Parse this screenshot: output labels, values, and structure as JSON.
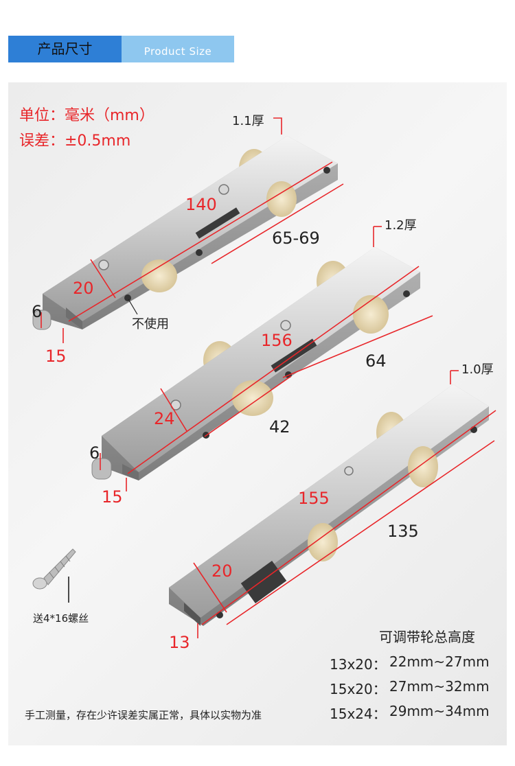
{
  "header": {
    "title_cn": "产品尺寸",
    "title_en": "Product Size"
  },
  "notes": {
    "unit": "单位：毫米（mm）",
    "tolerance": "误差：±0.5mm"
  },
  "pulley_1": {
    "thickness": "1.1厚",
    "length": "140",
    "hole_spacing": "65-69",
    "width": "20",
    "height": "15",
    "axle": "6",
    "note": "不使用"
  },
  "pulley_2": {
    "thickness": "1.2厚",
    "length": "156",
    "hole_spacing_a": "64",
    "hole_spacing_b": "42",
    "width": "24",
    "height": "15",
    "axle": "6"
  },
  "pulley_3": {
    "thickness": "1.0厚",
    "length": "155",
    "hole_spacing": "135",
    "width": "20",
    "height": "13"
  },
  "screw": {
    "label": "送4*16螺丝"
  },
  "heights": {
    "title": "可调带轮总高度",
    "rows": [
      {
        "size": "13x20：",
        "range": "22mm~27mm"
      },
      {
        "size": "15x20：",
        "range": "27mm~32mm"
      },
      {
        "size": "15x24：",
        "range": "29mm~34mm"
      }
    ]
  },
  "footer": "手工测量，存在少许误差实属正常，具体以实物为准",
  "colors": {
    "accent": "#2e7fd6",
    "accent_light": "#8ec7ef",
    "dimension": "#e8262a",
    "steel": "#c9c9c9"
  }
}
